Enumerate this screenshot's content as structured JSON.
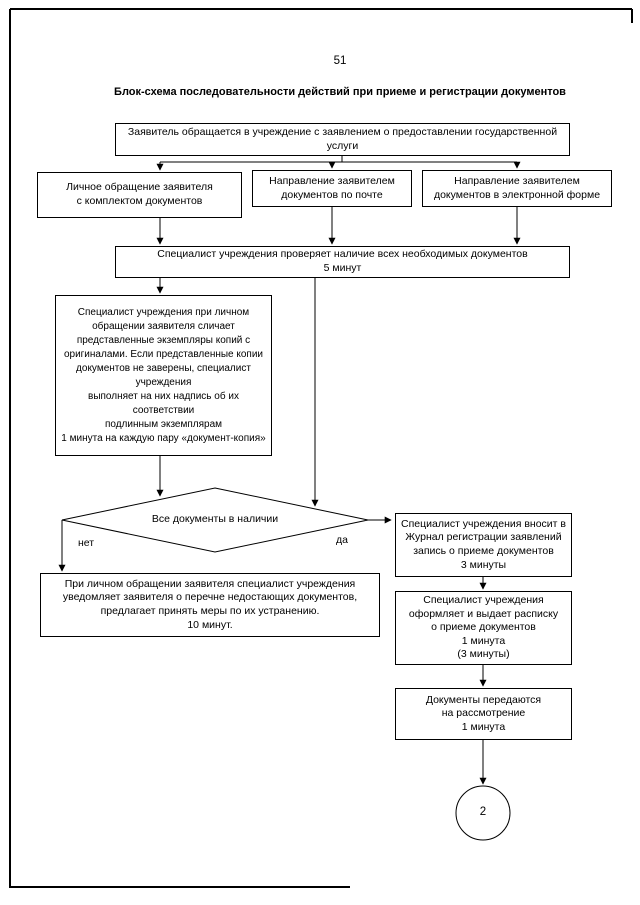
{
  "page": {
    "number": "51",
    "title": "Блок-схема последовательности действий при приеме и регистрации документов"
  },
  "flow": {
    "start": "Заявитель обращается в учреждение с заявлением о предоставлении государственной\nуслуги",
    "personal": "Личное обращение заявителя\nс комплектом документов",
    "mail": "Направление заявителем\nдокументов по почте",
    "electronic": "Направление заявителем\nдокументов в электронной форме",
    "check": "Специалист учреждения проверяет наличие всех необходимых документов\n5 минут",
    "compare": "Специалист учреждения при личном\nобращении заявителя сличает\nпредставленные экземпляры копий с\nоригиналами. Если представленные копии\nдокументов не заверены, специалист\nучреждения\nвыполняет на них надпись об их\nсоответствии\nподлинным экземплярам\n1 минута на каждую пару «документ-копия»",
    "decision": "Все документы в наличии",
    "no_label": "нет",
    "yes_label": "да",
    "missing": "При личном обращении заявителя специалист учреждения\nуведомляет заявителя о перечне недостающих документов,\nпредлагает принять меры по их устранению.\n10 минут.",
    "register": "Специалист учреждения вносит в\nЖурнал регистрации заявлений\nзапись о приеме документов\n3 минуты",
    "receipt": "Специалист учреждения\nоформляет и выдает расписку\nо приеме документов\n1 минута\n(3 минуты)",
    "transfer": "Документы передаются\nна рассмотрение\n1 минута",
    "connector": "2"
  }
}
